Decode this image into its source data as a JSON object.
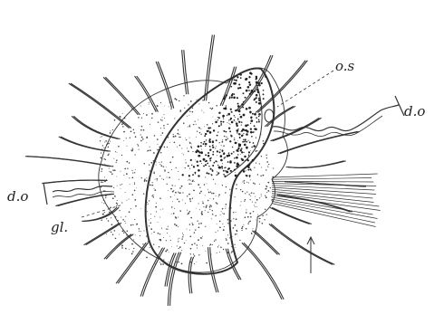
{
  "figure": {
    "description_kind": "biological line drawing of a protozoan",
    "labels": {
      "os": "o.s",
      "do_right": "d.o",
      "do_left": "d.o",
      "gl": "gl."
    },
    "colors": {
      "ink": "#333333",
      "background": "#ffffff"
    }
  }
}
